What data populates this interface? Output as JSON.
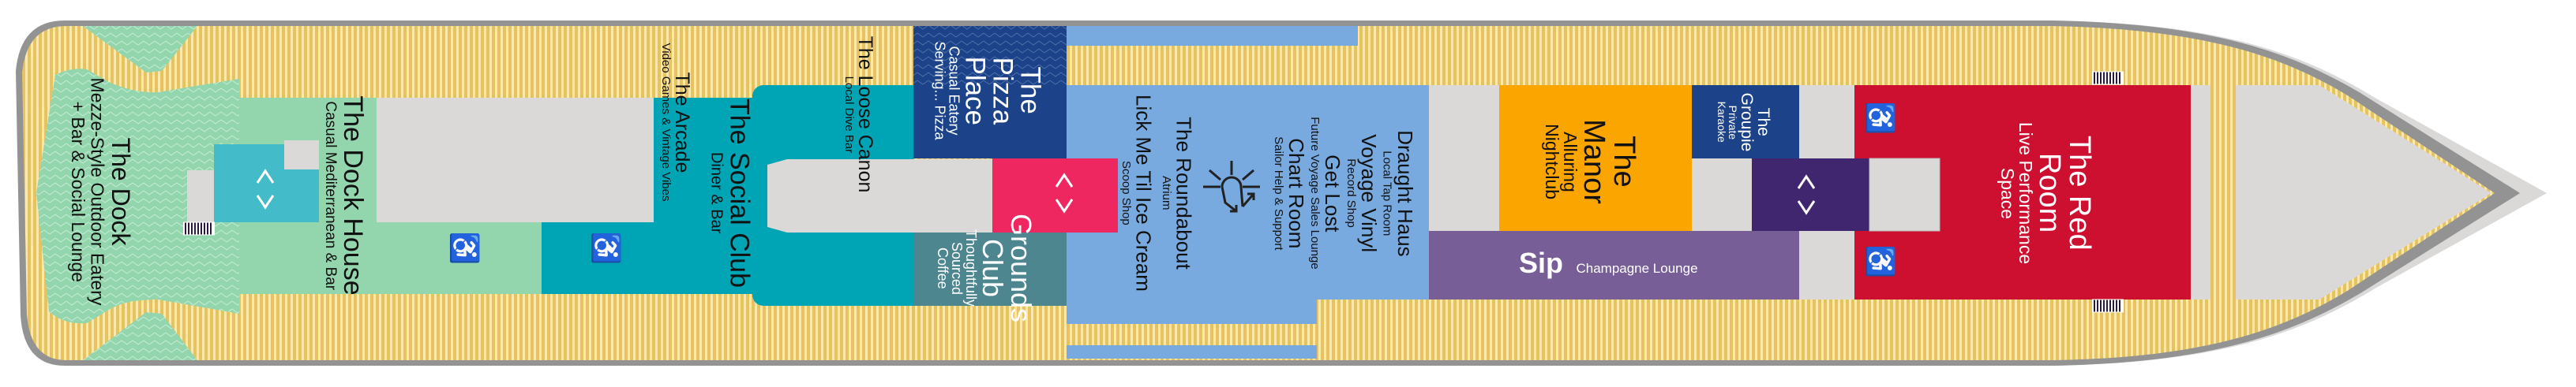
{
  "deck_plan": {
    "venues": {
      "dock": {
        "name": "The Dock",
        "subtitle": [
          "Mezze-Style Outdoor Eatery",
          "+ Bar & Social Lounge"
        ]
      },
      "dock_house": {
        "name": "The Dock House",
        "subtitle": [
          "Casual Mediterranean & Bar"
        ]
      },
      "arcade": {
        "name": "The Arcade",
        "subtitle": [
          "Video Games & Vintage Vibes"
        ]
      },
      "social_club": {
        "name": "The Social Club",
        "subtitle": [
          "Diner & Bar"
        ]
      },
      "loose_canon": {
        "name": "The Loose Canon",
        "subtitle": [
          "Local Dive Bar"
        ]
      },
      "pizza_place": {
        "name": [
          "The",
          "Pizza",
          "Place"
        ],
        "subtitle": [
          "Casual Eatery",
          "Serving... Pizza"
        ]
      },
      "grounds_club": {
        "name": [
          "Grounds",
          "Club"
        ],
        "subtitle": [
          "Thoughtfully",
          "Sourced",
          "Coffee"
        ]
      },
      "draught_haus": {
        "name": "Draught Haus",
        "subtitle": "Local Tap Room"
      },
      "voyage_vinyl": {
        "name": "Voyage Vinyl",
        "subtitle": "Record Shop"
      },
      "get_lost": {
        "name": "Get Lost",
        "subtitle": "Future Voyage Sales Lounge"
      },
      "chart_room": {
        "name": "Chart Room",
        "subtitle": "Sailor Help & Support"
      },
      "roundabout": {
        "name": "The Roundabout",
        "subtitle": "Atrium"
      },
      "lick_me": {
        "name": "Lick Me Til Ice Cream",
        "subtitle": "Scoop Shop"
      },
      "manor": {
        "name": [
          "The",
          "Manor"
        ],
        "subtitle": [
          "Alluring",
          "Nightclub"
        ]
      },
      "groupie": {
        "name": [
          "The",
          "Groupie"
        ],
        "subtitle": [
          "Private",
          "Karaoke"
        ]
      },
      "sip": {
        "name": "Sip",
        "subtitle": "Champagne Lounge"
      },
      "red_room": {
        "name": [
          "The Red",
          "Room"
        ],
        "subtitle": [
          "Live Performance",
          "Space"
        ]
      }
    },
    "icons": {
      "elevator": "elevator-up-down-icon",
      "restroom": "accessible-restroom-icon",
      "stairs": "stairs-icon",
      "atrium": "atrium-compass-icon"
    },
    "colors": {
      "deck_dark": "#e5c262",
      "deck_light": "#fde8a8",
      "hull": "#939393",
      "dock_green": "#93d6ae",
      "teal": "#00a5b5",
      "pool_blue": "#44bbc9",
      "service_gray": "#dad9d8",
      "pizza_blue": "#1c438a",
      "elevator_pink": "#ee2761",
      "grounds": "#4d868e",
      "atrium_blue": "#78aadf",
      "manor_orange": "#fba500",
      "elevator_purple": "#40266f",
      "sip_purple": "#775e96",
      "red_room": "#cd1030"
    }
  }
}
